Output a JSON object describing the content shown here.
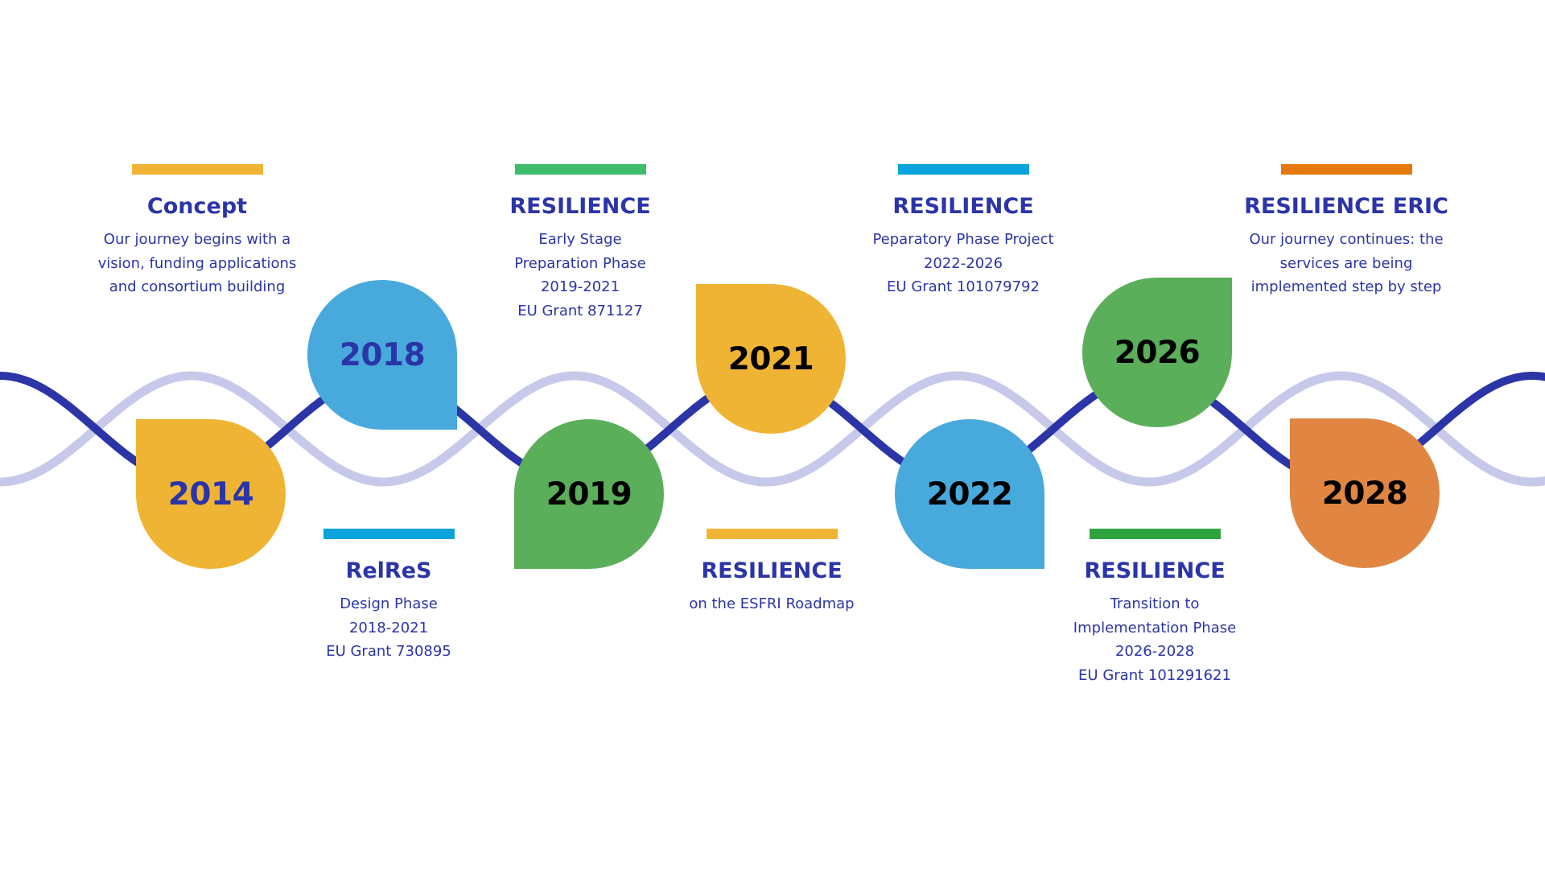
{
  "colors": {
    "wave_dark": "#2b35a7",
    "wave_light": "#c6c9e9",
    "yellow": "#f0b435",
    "blue": "#48a9dc",
    "green": "#5bae5a",
    "orange": "#e08642",
    "navy_text": "#2b35a7",
    "black_text": "#000000"
  },
  "milestones": [
    {
      "year": "2014",
      "marker_color": "#f0b435",
      "year_color": "#2b35a7"
    },
    {
      "year": "2018",
      "marker_color": "#48a9dc",
      "year_color": "#2b35a7"
    },
    {
      "year": "2019",
      "marker_color": "#5bae5a",
      "year_color": "#000000"
    },
    {
      "year": "2021",
      "marker_color": "#f0b435",
      "year_color": "#000000"
    },
    {
      "year": "2022",
      "marker_color": "#48a9dc",
      "year_color": "#000000"
    },
    {
      "year": "2026",
      "marker_color": "#5bae5a",
      "year_color": "#000000"
    },
    {
      "year": "2028",
      "marker_color": "#e08642",
      "year_color": "#000000"
    }
  ],
  "blocks": [
    {
      "bar_color": "#f0b435",
      "title": "Concept",
      "lines": [
        "Our journey begins with a",
        "vision, funding applications",
        "and consortium building"
      ]
    },
    {
      "bar_color": "#0aa3db",
      "title": "RelReS",
      "lines": [
        "Design Phase",
        "2018-2021",
        "EU Grant 730895"
      ]
    },
    {
      "bar_color": "#3dbd6c",
      "title": "RESILIENCE",
      "lines": [
        "Early Stage",
        "Preparation Phase",
        "2019-2021",
        "EU Grant 871127"
      ]
    },
    {
      "bar_color": "#f0b435",
      "title": "RESILIENCE",
      "lines": [
        "on the ESFRI Roadmap"
      ]
    },
    {
      "bar_color": "#0aa3db",
      "title": "RESILIENCE",
      "lines": [
        "Peparatory Phase Project",
        "2022-2026",
        "EU Grant 101079792"
      ]
    },
    {
      "bar_color": "#2fa33e",
      "title": "RESILIENCE",
      "lines": [
        "Transition to",
        "Implementation Phase",
        "2026-2028",
        "EU Grant 101291621"
      ]
    },
    {
      "bar_color": "#e5780e",
      "title": "RESILIENCE ERIC",
      "lines": [
        "Our journey continues: the",
        "services are being",
        "implemented step by step"
      ]
    }
  ]
}
